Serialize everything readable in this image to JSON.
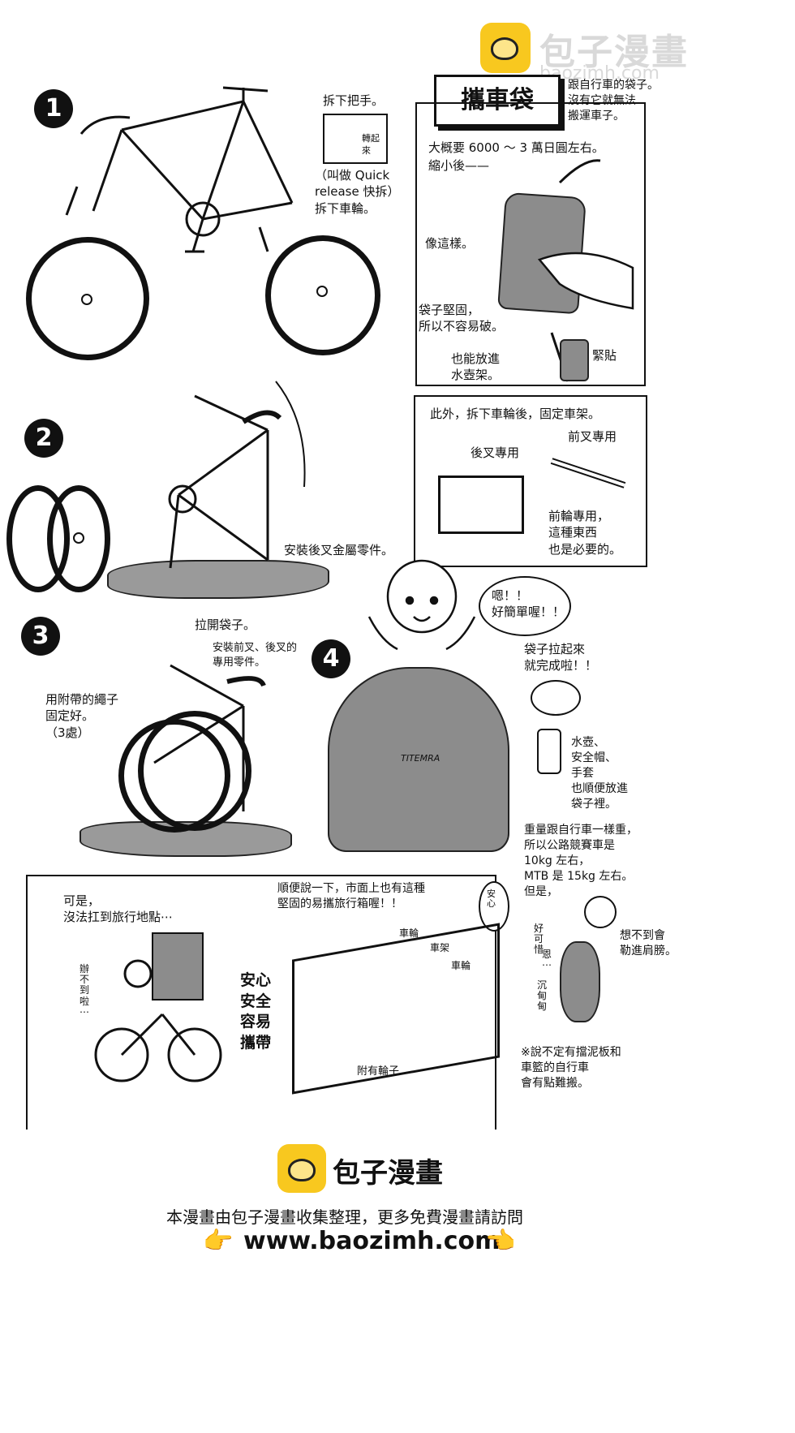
{
  "watermark": {
    "brand": "包子漫畫",
    "url": "baozimh.com"
  },
  "header_box": {
    "title": "攜車袋",
    "side_note": "跟自行車的袋子。\n沒有它就無法\n搬運車子。"
  },
  "bag_panel": {
    "price": "大概要 6000 ～ 3 萬日圓左右。",
    "shrink": "縮小後——",
    "like_this": "像這樣。",
    "strong": "袋子堅固，\n所以不容易破。",
    "bottle_cage": "也能放進\n水壺架。",
    "tight": "緊貼"
  },
  "step1": {
    "num": "1",
    "remove_handle": "拆下把手。",
    "pull_up": "轉起\n來",
    "quick_release": "（叫做 Quick\nrelease 快拆）\n拆下車輪。"
  },
  "frame_panel": {
    "intro": "此外，拆下車輪後，固定車架。",
    "rear": "後叉專用",
    "front": "前叉專用",
    "front_note": "前輪專用，\n這種東西\n也是必要的。"
  },
  "step2": {
    "num": "2",
    "install": "安裝後叉金屬零件。",
    "open_bag": "拉開袋子。"
  },
  "step3": {
    "num": "3",
    "install_parts": "安裝前叉、後叉的\n專用零件。",
    "tie": "用附帶的繩子\n固定好。\n（3處）"
  },
  "step4": {
    "num": "4",
    "girl_bubble": "嗯！！\n好簡單喔！！",
    "done": "袋子拉起來\n就完成啦！！",
    "bag_brand": "TITEMRA",
    "pack_items": "水壺、\n安全帽、\n手套\n也順便放進\n袋子裡。"
  },
  "weight_note": "重量跟自行車一樣重，\n所以公路競賽車是\n10kg 左右，\nMTB 是 15kg 左右。\n但是，",
  "bottom_panel": {
    "cant_reach": "可是，\n沒法扛到旅行地點⋯",
    "cant_do": "辦\n不\n到\n啦\n⋯",
    "by_the_way": "順便說一下，市面上也有這種\n堅固的易攜旅行箱喔！！",
    "wheel1": "車輪",
    "frame": "車架",
    "wheel2": "車輪",
    "safe": "安心\n安全\n容易\n攜帶",
    "casters": "附有輪子",
    "girl_mutter": "好\n可\n惜",
    "rear": "恩\n⋯",
    "shoulder": "想不到會\n勒進肩膀。",
    "sinking": "沉\n甸\n甸",
    "girl_hmm": "安\n心",
    "mudguard_note": "※說不定有擋泥板和\n車籃的自行車\n會有點難搬。"
  },
  "footer": {
    "brand": "包子漫畫",
    "desc": "本漫畫由包子漫畫收集整理，更多免費漫畫請訪問",
    "url": "www.baozimh.com",
    "hand_left": "👉",
    "hand_right": "👈"
  },
  "colors": {
    "ink": "#111111",
    "screentone": "#8c8c8c",
    "logo_yellow": "#f8c81f",
    "watermark_gray": "#d9d9d9"
  }
}
